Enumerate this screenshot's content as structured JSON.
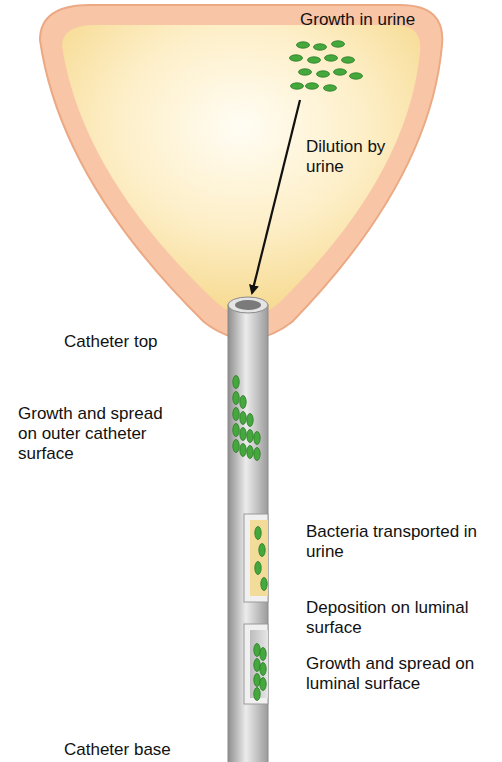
{
  "diagram": {
    "labels": [
      "Growth in urine",
      "Dilution by urine",
      "Catheter top",
      "Growth and spread on outer catheter surface",
      "Bacteria transported in urine",
      "Deposition on luminal surface",
      "Growth and spread on luminal surface",
      "Catheter base"
    ]
  }
}
